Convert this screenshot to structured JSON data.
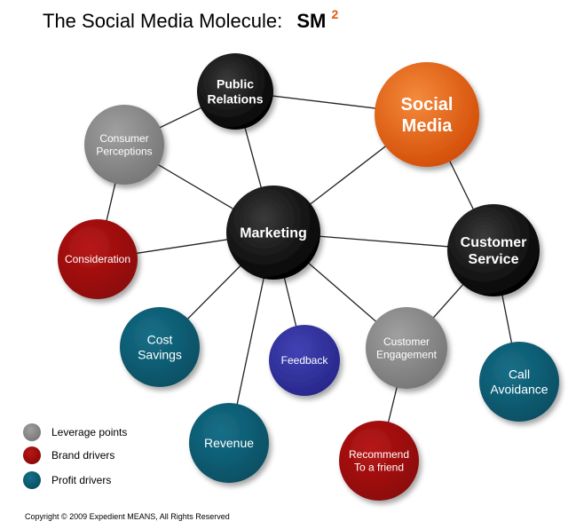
{
  "title": {
    "text": "The Social Media Molecule:",
    "acronym": "SM",
    "superscript": "2"
  },
  "colors": {
    "black": "#000000",
    "orange": "#e05a10",
    "gray": "#8a8a8a",
    "red": "#9e0b0b",
    "teal": "#0b5c72",
    "blue": "#30309a",
    "line": "#222222"
  },
  "nodes": [
    {
      "id": "public-relations",
      "lines": [
        "Public",
        "Relations"
      ],
      "color": "black",
      "bold": true
    },
    {
      "id": "social-media",
      "lines": [
        "Social",
        "Media"
      ],
      "color": "orange",
      "bold": true
    },
    {
      "id": "consumer-perceptions",
      "lines": [
        "Consumer",
        "Perceptions"
      ],
      "color": "gray",
      "bold": false
    },
    {
      "id": "marketing",
      "lines": [
        "Marketing"
      ],
      "color": "black",
      "bold": true
    },
    {
      "id": "consideration",
      "lines": [
        "Consideration"
      ],
      "color": "red",
      "bold": false
    },
    {
      "id": "customer-service",
      "lines": [
        "Customer",
        "Service"
      ],
      "color": "black",
      "bold": true
    },
    {
      "id": "cost-savings",
      "lines": [
        "Cost",
        "Savings"
      ],
      "color": "teal",
      "bold": false
    },
    {
      "id": "feedback",
      "lines": [
        "Feedback"
      ],
      "color": "blue",
      "bold": false
    },
    {
      "id": "customer-engagement",
      "lines": [
        "Customer",
        "Engagement"
      ],
      "color": "gray",
      "bold": false
    },
    {
      "id": "call-avoidance",
      "lines": [
        "Call",
        "Avoidance"
      ],
      "color": "teal",
      "bold": false
    },
    {
      "id": "revenue",
      "lines": [
        "Revenue"
      ],
      "color": "teal",
      "bold": false
    },
    {
      "id": "recommend-to-a-friend",
      "lines": [
        "Recommend",
        "To a friend"
      ],
      "color": "red",
      "bold": false
    }
  ],
  "edges": [
    [
      "public-relations",
      "social-media"
    ],
    [
      "public-relations",
      "consumer-perceptions"
    ],
    [
      "public-relations",
      "marketing"
    ],
    [
      "social-media",
      "marketing"
    ],
    [
      "social-media",
      "customer-service"
    ],
    [
      "consumer-perceptions",
      "marketing"
    ],
    [
      "consumer-perceptions",
      "consideration"
    ],
    [
      "marketing",
      "consideration"
    ],
    [
      "marketing",
      "customer-service"
    ],
    [
      "marketing",
      "cost-savings"
    ],
    [
      "marketing",
      "feedback"
    ],
    [
      "marketing",
      "customer-engagement"
    ],
    [
      "marketing",
      "revenue"
    ],
    [
      "customer-service",
      "customer-engagement"
    ],
    [
      "customer-service",
      "call-avoidance"
    ],
    [
      "customer-engagement",
      "recommend-to-a-friend"
    ]
  ],
  "legend": [
    {
      "label": "Leverage points",
      "color": "gray"
    },
    {
      "label": "Brand drivers",
      "color": "red"
    },
    {
      "label": "Profit drivers",
      "color": "teal"
    }
  ],
  "copyright": "Copyright © 2009 Expedient MEANS, All Rights Reserved"
}
